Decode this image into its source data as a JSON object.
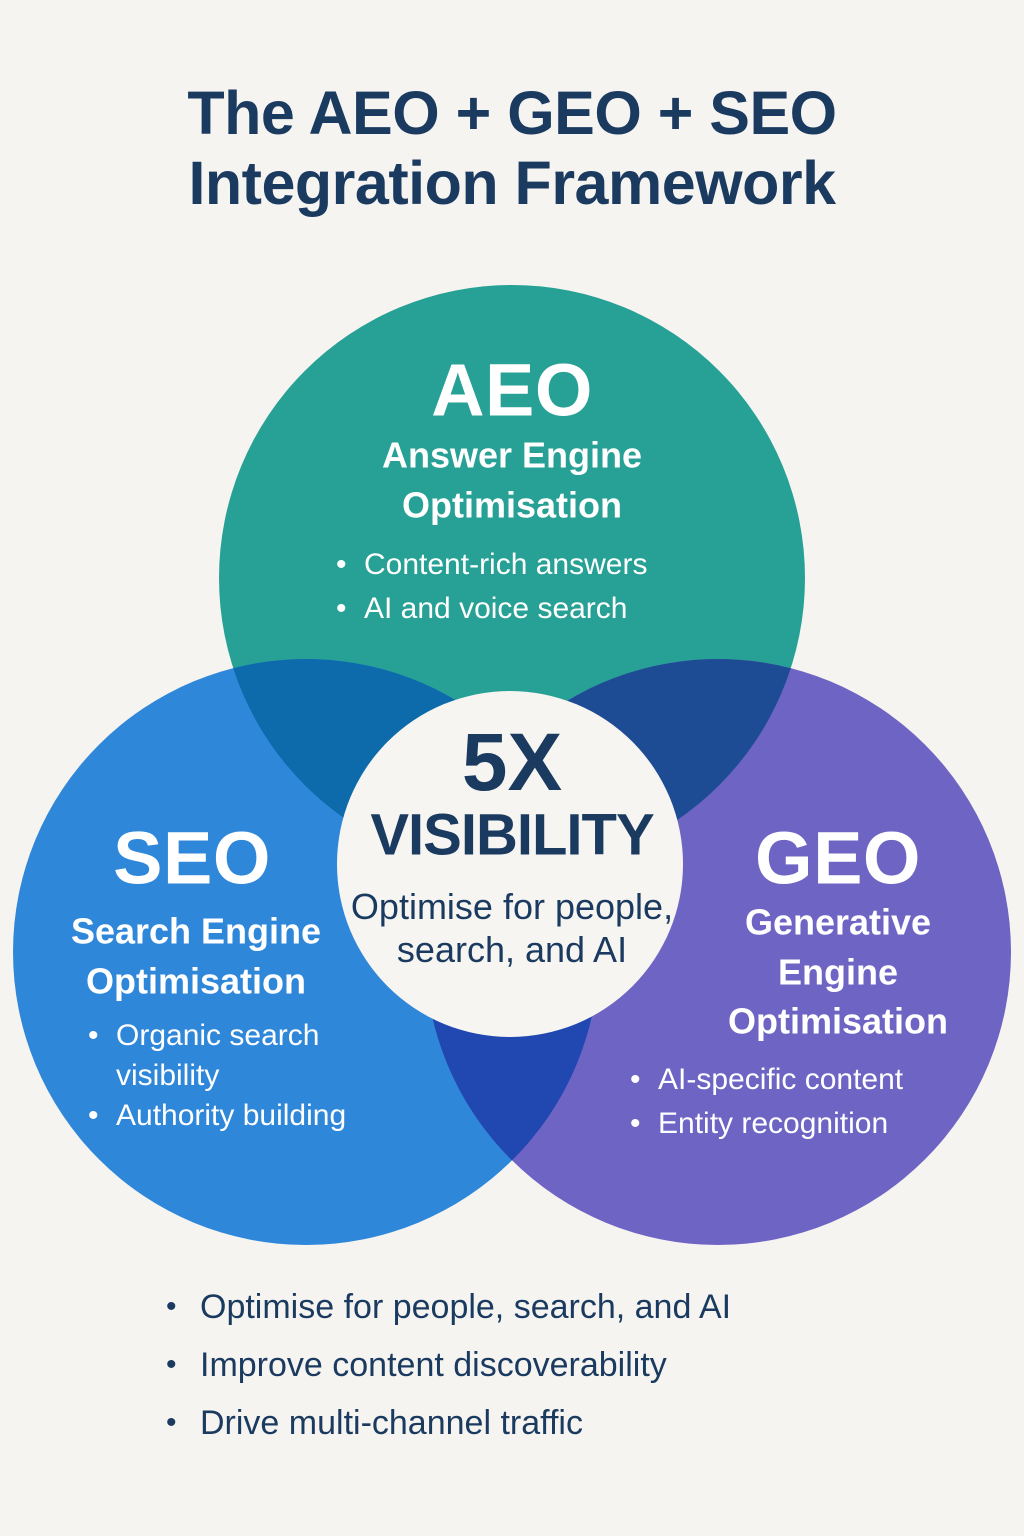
{
  "title": {
    "line1": "The AEO + GEO + SEO",
    "line2": "Integration Framework"
  },
  "colors": {
    "background": "#f6f4f1",
    "navy": "#1a3a5f",
    "white": "#ffffff",
    "aeo": "#27a195",
    "seo": "#2f87da",
    "geo": "#6e64c4",
    "aeo_seo_overlap": "#0d6bac",
    "aeo_geo_overlap": "#1d4c94",
    "seo_geo_overlap": "#2147b1",
    "center_circle": "#f7f5f2"
  },
  "circles": {
    "aeo": {
      "acronym": "AEO",
      "name": "Answer Engine Optimisation",
      "bullets": [
        "Content-rich answers",
        "AI and voice search"
      ]
    },
    "seo": {
      "acronym": "SEO",
      "name": "Search Engine Optimisation",
      "bullets": [
        "Organic search visibility",
        "Authority building"
      ]
    },
    "geo": {
      "acronym": "GEO",
      "name": "Generative Engine Optimisation",
      "bullets": [
        "AI-specific content",
        "Entity recognition"
      ]
    }
  },
  "center": {
    "stat": "5X",
    "label": "VISIBILITY",
    "subtitle_lines": [
      "Optimise for people,",
      "search, and AI"
    ]
  },
  "footer_bullets": [
    "Optimise for people, search, and AI",
    "Improve content discoverability",
    "Drive multi-channel traffic"
  ]
}
